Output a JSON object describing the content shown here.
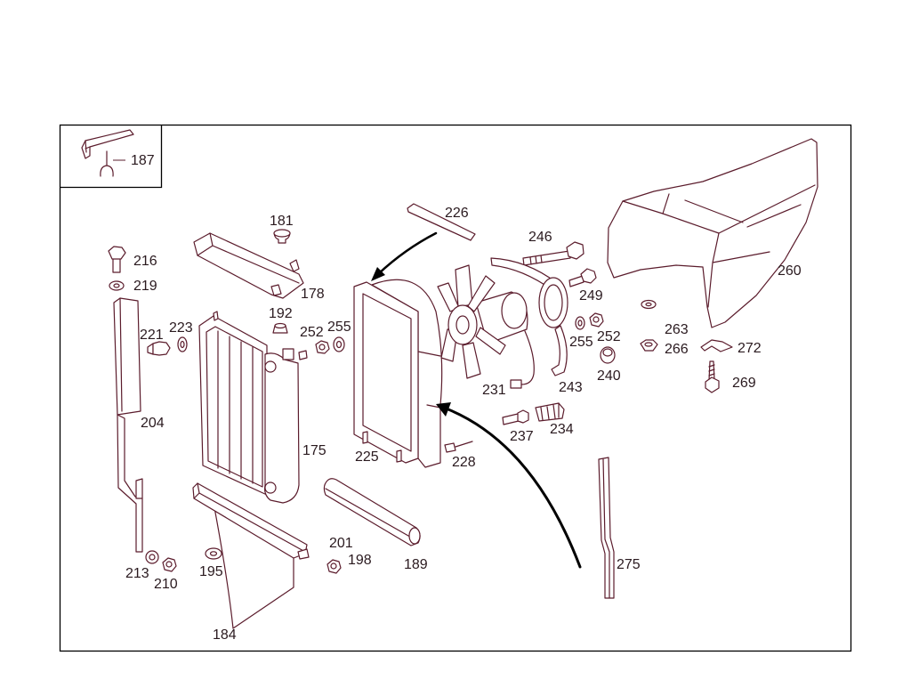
{
  "colors": {
    "line": "#5b1c2c",
    "text": "#2a1a1f",
    "arrow": "#000000"
  },
  "callouts": {
    "inset_clip": "187",
    "cap": "181",
    "upper_seal_strip": "226",
    "long_bolt": "246",
    "air_duct": "260",
    "bracket_bolt": "216",
    "bracket_washer": "219",
    "upper_bracket": "178",
    "drain_plug": "192",
    "fan_bolt": "249",
    "washer_263": "263",
    "nut_266": "266",
    "clip_272": "272",
    "screw_269": "269",
    "temp_sensor": "221",
    "sensor_washer": "223",
    "radiator_nut": "252",
    "radiator_washer": "255",
    "fan_washer": "255",
    "fan_nut": "252",
    "grommet": "240",
    "fan_motor": "231",
    "fan_bracket": "243",
    "side_bracket": "204",
    "radiator": "175",
    "fan_shroud": "225",
    "push_pin": "228",
    "connector_bolt": "237",
    "connector": "234",
    "lower_bolt": "201",
    "lower_nut": "198",
    "lower_seal_bar": "189",
    "side_strip": "275",
    "side_washer": "213",
    "side_nut": "210",
    "lower_washer": "195",
    "air_deflector": "184"
  }
}
